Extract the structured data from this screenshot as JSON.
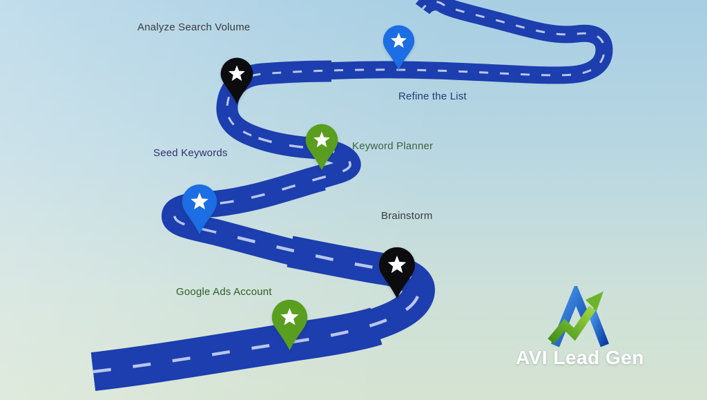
{
  "diagram_type": "roadmap-infographic",
  "steps": [
    {
      "label": "Google Ads Account",
      "pin_color_name": "green",
      "label_color": "#2f5e28"
    },
    {
      "label": "Brainstorm",
      "pin_color_name": "black",
      "label_color": "#3b3b3b"
    },
    {
      "label": "Seed Keywords",
      "pin_color_name": "blue",
      "label_color": "#31316e"
    },
    {
      "label": "Keyword Planner",
      "pin_color_name": "green",
      "label_color": "#3a6440"
    },
    {
      "label": "Analyze Search Volume",
      "pin_color_name": "black",
      "label_color": "#3b3b3b"
    },
    {
      "label": "Refine the List",
      "pin_color_name": "blue",
      "label_color": "#1f3c78"
    }
  ],
  "colors": {
    "road": "#1c3eae",
    "road_dash": "#cdd9f6",
    "pin_blue": "#1b6ee4",
    "pin_green": "#5a9e1f",
    "pin_black": "#0c0c0e",
    "pin_star": "#ffffff",
    "background_top": "#a7cee3",
    "background_bottom": "#d5e3d2"
  },
  "logo": {
    "text": "AVI Lead Gen",
    "text_color": "#ffffff",
    "mark_blue": "#1556c8",
    "mark_green": "#5fae21"
  }
}
